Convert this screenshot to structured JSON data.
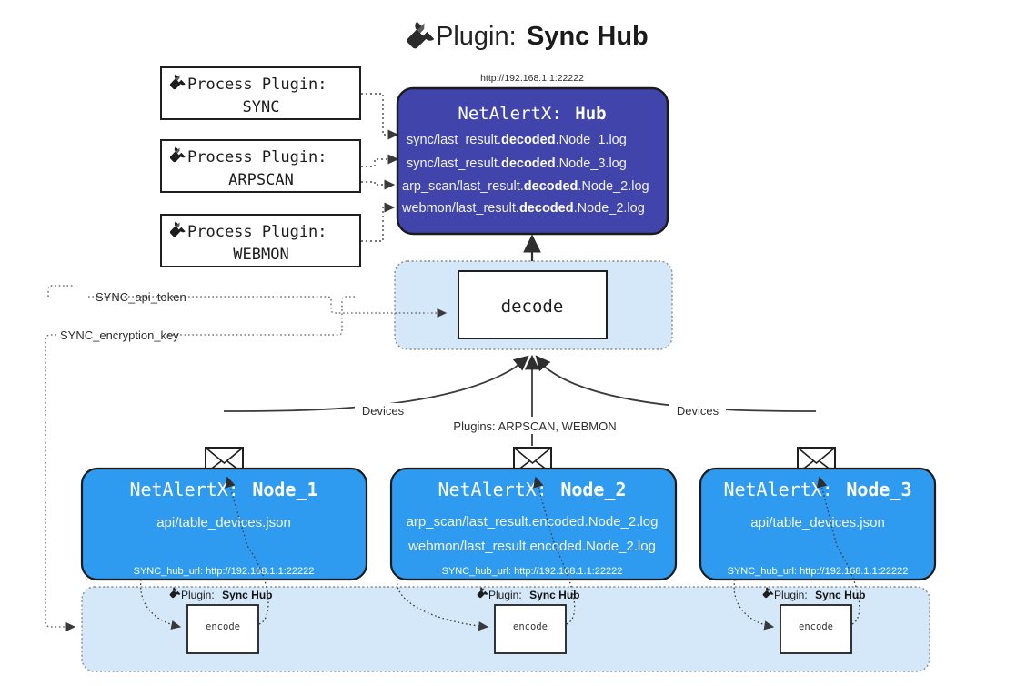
{
  "title": {
    "icon": "plug-icon",
    "prefix": "Plugin:",
    "name": "Sync Hub"
  },
  "hub": {
    "url": "http://192.168.1.1:22222",
    "title_prefix": "NetAlertX:",
    "title_name": "Hub",
    "fill": "#4044ab",
    "lines": [
      {
        "pre": "sync/last_result.",
        "em": "decoded",
        "post": ".Node_1.log"
      },
      {
        "pre": "sync/last_result.",
        "em": "decoded",
        "post": ".Node_3.log"
      },
      {
        "pre": "arp_scan/last_result.",
        "em": "decoded",
        "post": ".Node_2.log"
      },
      {
        "pre": "webmon/last_result.",
        "em": "decoded",
        "post": ".Node_2.log"
      }
    ]
  },
  "process_plugins": [
    {
      "icon": "plug-icon",
      "label": "Process Plugin:",
      "name": "SYNC"
    },
    {
      "icon": "plug-icon",
      "label": "Process Plugin:",
      "name": "ARPSCAN"
    },
    {
      "icon": "plug-icon",
      "label": "Process Plugin:",
      "name": "WEBMON"
    }
  ],
  "decode": {
    "label": "decode",
    "container_fill": "#d4e8fa"
  },
  "settings_edges": [
    {
      "label": "SYNC_api_token"
    },
    {
      "label": "SYNC_encryption_key"
    }
  ],
  "edge_labels": {
    "left": "Devices",
    "center": "Plugins: ARPSCAN, WEBMON",
    "right": "Devices"
  },
  "nodes": [
    {
      "icon": "envelope-icon",
      "title_prefix": "NetAlertX:",
      "title_name": "Node_1",
      "fill": "#2f9bf0",
      "lines": [
        {
          "pre": "api/table_devices.json",
          "em": "",
          "post": ""
        }
      ],
      "setting": "SYNC_hub_url: http://192.168.1.1:22222"
    },
    {
      "icon": "envelope-icon",
      "title_prefix": "NetAlertX:",
      "title_name": "Node_2",
      "fill": "#2f9bf0",
      "lines": [
        {
          "pre": "arp_scan/last_result.encoded.Node_2.log",
          "em": "",
          "post": ""
        },
        {
          "pre": "webmon/last_result.encoded.Node_2.log",
          "em": "",
          "post": ""
        }
      ],
      "setting": "SYNC_hub_url: http://192.168.1.1:22222"
    },
    {
      "icon": "envelope-icon",
      "title_prefix": "NetAlertX:",
      "title_name": "Node_3",
      "fill": "#2f9bf0",
      "lines": [
        {
          "pre": "api/table_devices.json",
          "em": "",
          "post": ""
        }
      ],
      "setting": "SYNC_hub_url: http://192.168.1.1:22222"
    }
  ],
  "encoders": [
    {
      "icon": "plug-icon",
      "label": "Plugin:",
      "name": "Sync Hub",
      "box": "encode"
    },
    {
      "icon": "plug-icon",
      "label": "Plugin:",
      "name": "Sync Hub",
      "box": "encode"
    },
    {
      "icon": "plug-icon",
      "label": "Plugin:",
      "name": "Sync Hub",
      "box": "encode"
    }
  ]
}
